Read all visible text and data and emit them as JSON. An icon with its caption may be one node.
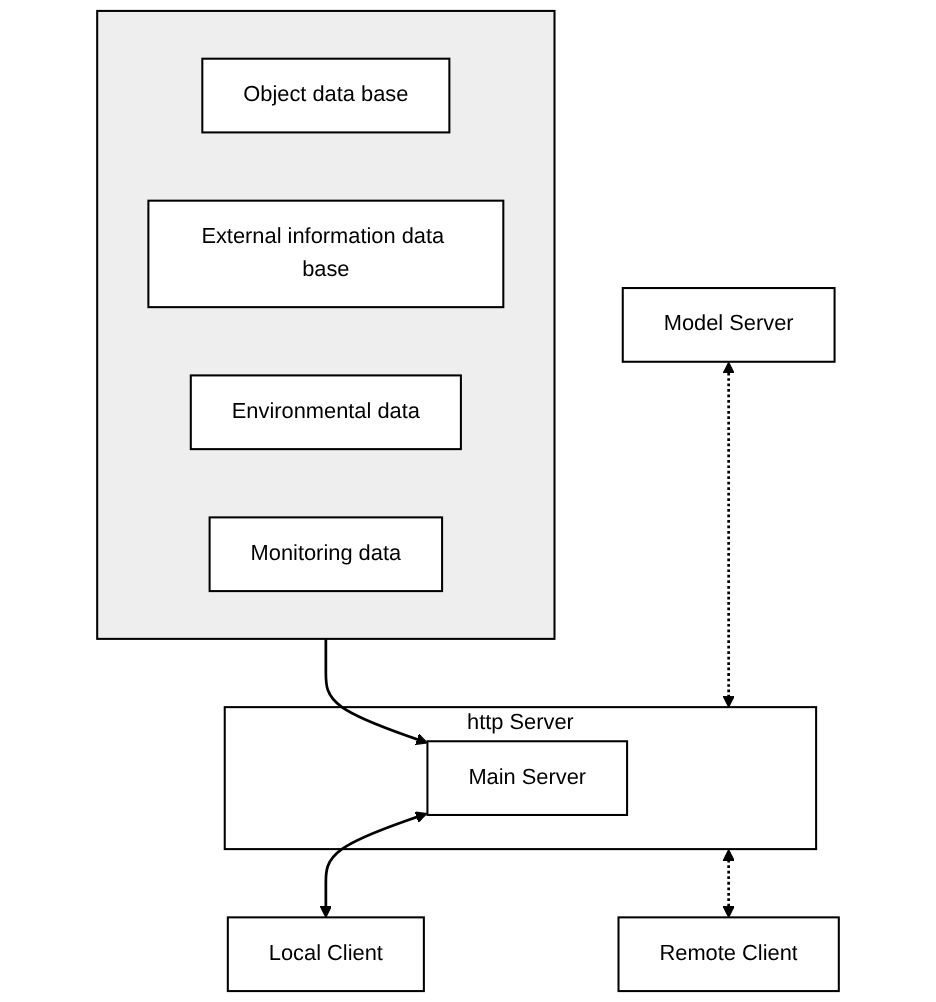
{
  "diagram": {
    "nodes": [
      {
        "text": [],
        "shape": "box"
      },
      {
        "text": [
          "Object data base"
        ],
        "in": 0
      },
      {
        "text": [
          "External information data base"
        ],
        "in": 0
      },
      {
        "text": [
          "Environmental data"
        ],
        "in": 0
      },
      {
        "text": [
          "Monitoring data"
        ],
        "in": 0
      },
      {
        "text": [
          "http Server"
        ]
      },
      {
        "text": [
          "Main Server"
        ],
        "in": 5
      },
      {
        "text": [
          "Model Server"
        ]
      },
      {
        "text": [
          "Local Client"
        ]
      },
      {
        "text": [
          "Remote Client"
        ]
      }
    ],
    "edges": [
      {
        "from": 0,
        "to": 6,
        "arrow": "to"
      },
      {
        "from": 7,
        "to": 5,
        "arrow": "both",
        "style": "dashed"
      },
      {
        "from": 6,
        "to": 8,
        "arrow": "both"
      },
      {
        "from": 5,
        "to": 9,
        "arrow": "both",
        "style": "dashed"
      }
    ]
  }
}
